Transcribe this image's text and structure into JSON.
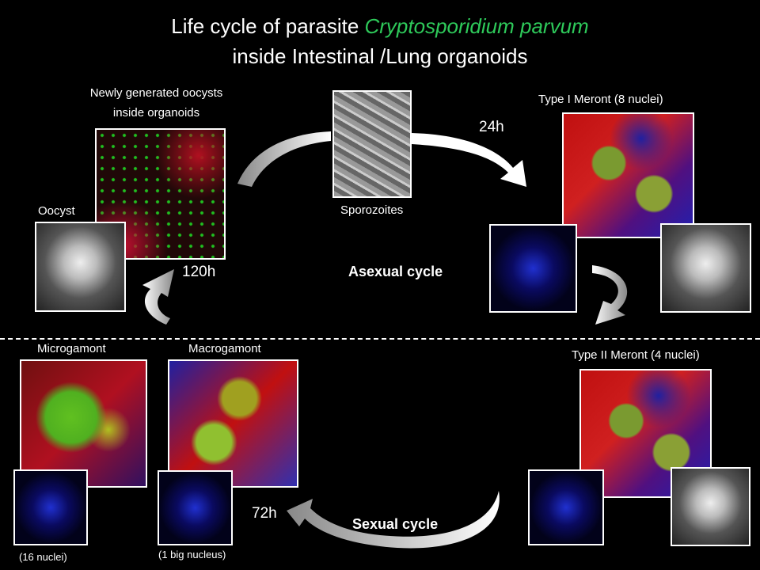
{
  "title": {
    "line1_prefix": "Life cycle of parasite ",
    "line1_species": "Cryptosporidium parvum",
    "line2": "inside Intestinal /Lung organoids"
  },
  "labels": {
    "newly_generated_1": "Newly generated oocysts",
    "newly_generated_2": "inside organoids",
    "oocyst": "Oocyst",
    "sporozoites": "Sporozoites",
    "type1_meront": "Type I Meront  (8 nuclei)",
    "type2_meront": "Type II Meront  (4 nuclei)",
    "microgamont": "Microgamont",
    "macrogamont": "Macrogamont",
    "sixteen_nuclei": "(16 nuclei)",
    "one_big_nucleus": "(1 big nucleus)",
    "asexual_cycle": "Asexual cycle",
    "sexual_cycle": "Sexual cycle"
  },
  "times": {
    "t24": "24h",
    "t72": "72h",
    "t120": "120h"
  },
  "colors": {
    "species": "#2ec95a",
    "background": "#000000"
  }
}
